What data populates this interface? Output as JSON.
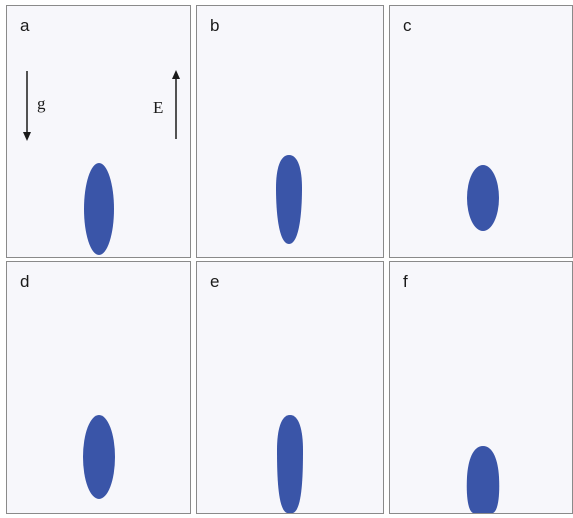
{
  "figure": {
    "drop_color": "#3a55a8",
    "panels": [
      {
        "label": "a"
      },
      {
        "label": "b"
      },
      {
        "label": "c"
      },
      {
        "label": "d"
      },
      {
        "label": "e"
      },
      {
        "label": "f"
      }
    ],
    "annotations": {
      "gravity_label": "g",
      "field_label": "E"
    }
  }
}
